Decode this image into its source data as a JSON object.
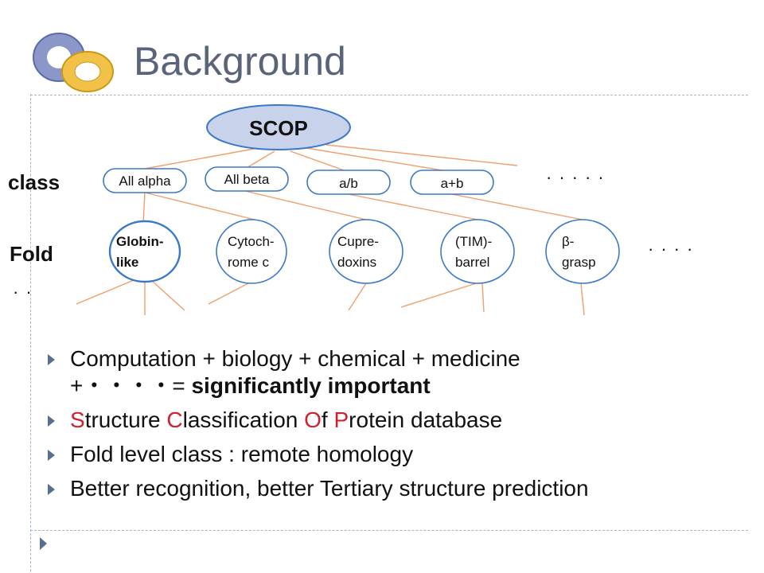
{
  "title": "Background",
  "tree": {
    "root": "SCOP",
    "class_label": "class",
    "fold_label": "Fold",
    "classes": [
      "All alpha",
      "All beta",
      "a/b",
      "a+b"
    ],
    "class_ellipsis": "·····",
    "folds": [
      {
        "line1": "Globin-",
        "line2": "like"
      },
      {
        "line1": "Cytoch-",
        "line2": "rome c"
      },
      {
        "line1": "Cupre-",
        "line2": "doxins"
      },
      {
        "line1": "(TIM)-",
        "line2": "barrel"
      },
      {
        "line1": "β-",
        "line2": "grasp"
      }
    ],
    "fold_ellipsis": "····",
    "left_ellipsis": "··"
  },
  "bullets": {
    "b1_line1": "Computation + biology + chemical + medicine",
    "b1_line2_pre": "+・・・・= ",
    "b1_line2_bold": "significantly important",
    "b2": [
      {
        "t": "S",
        "red": true
      },
      {
        "t": "tructure ",
        "red": false
      },
      {
        "t": "C",
        "red": true
      },
      {
        "t": "lassification ",
        "red": false
      },
      {
        "t": "O",
        "red": true
      },
      {
        "t": "f ",
        "red": false
      },
      {
        "t": "P",
        "red": true
      },
      {
        "t": "rotein database",
        "red": false
      }
    ],
    "b3": "Fold level class : remote homology",
    "b4": "Better recognition, better Tertiary structure prediction"
  },
  "colors": {
    "accent_blue": "#3a78c8",
    "node_fill": "#ffffff",
    "root_fill": "#c8d2ea",
    "connector": "#ef9f6a",
    "title": "#5a6478",
    "red": "#d0202a"
  }
}
